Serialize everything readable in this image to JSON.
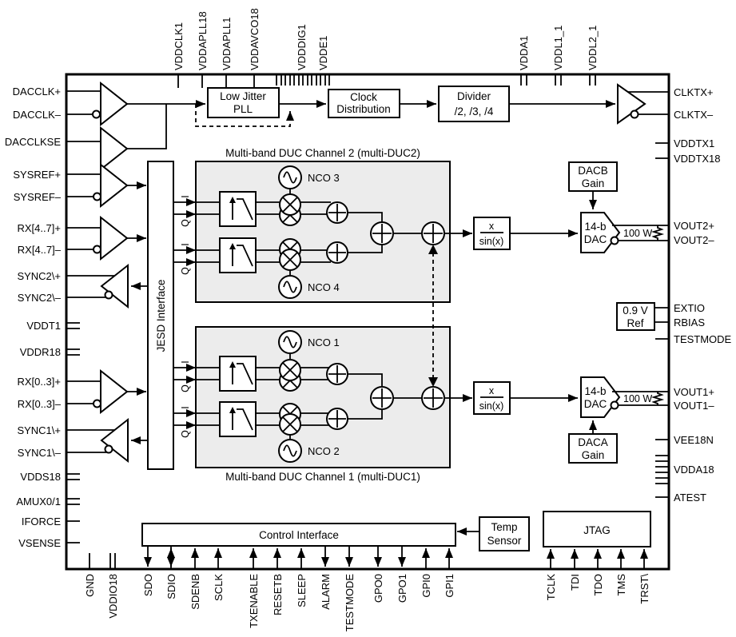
{
  "pins": {
    "top": [
      "VDDCLK1",
      "VDDAPLL18",
      "VDDAPLL1",
      "VDDAVCO18",
      "VDDDIG1",
      "VDDE1",
      "VDDA1",
      "VDDL1_1",
      "VDDL2_1"
    ],
    "left": [
      "DACCLK+",
      "DACCLK–",
      "DACCLKSE",
      "SYSREF+",
      "SYSREF–",
      "RX[4..7]+",
      "RX[4..7]–",
      "SYNC2\\+",
      "SYNC2\\–",
      "VDDT1",
      "VDDR18",
      "RX[0..3]+",
      "RX[0..3]–",
      "SYNC1\\+",
      "SYNC1\\–",
      "VDDS18",
      "AMUX0/1",
      "IFORCE",
      "VSENSE"
    ],
    "right": [
      "CLKTX+",
      "CLKTX–",
      "VDDTX1",
      "VDDTX18",
      "VOUT2+",
      "VOUT2–",
      "EXTIO",
      "RBIAS",
      "TESTMODE",
      "VOUT1+",
      "VOUT1–",
      "VEE18N",
      "VDDA18",
      "ATEST"
    ],
    "bottom": [
      "GND",
      "VDDIO18",
      "SDO",
      "SDIO",
      "SDENB",
      "SCLK",
      "TXENABLE",
      "RESETB",
      "SLEEP",
      "ALARM",
      "TESTMODE",
      "GPO0",
      "GPO1",
      "GPI0",
      "GPI1",
      "TCLK",
      "TDI",
      "TDO",
      "TMS",
      "TRST\\"
    ]
  },
  "blocks": {
    "pll": {
      "line1": "Low Jitter",
      "line2": "PLL"
    },
    "clock_dist": {
      "line1": "Clock",
      "line2": "Distribution"
    },
    "divider": {
      "line1": "Divider",
      "line2": "/2, /3, /4"
    },
    "jesd": {
      "label": "JESD Interface"
    },
    "duc2": {
      "title": "Multi-band DUC Channel 2 (multi-DUC2)",
      "nco_top": "NCO 3",
      "nco_bottom": "NCO 4"
    },
    "duc1": {
      "title": "Multi-band DUC Channel 1 (multi-DUC1)",
      "nco_top": "NCO 1",
      "nco_bottom": "NCO 2"
    },
    "xsinx": {
      "num": "x",
      "den": "sin(x)"
    },
    "dac": {
      "line1": "14-b",
      "line2": "DAC"
    },
    "dacb_gain": {
      "line1": "DACB",
      "line2": "Gain"
    },
    "daca_gain": {
      "line1": "DACA",
      "line2": "Gain"
    },
    "load": "100 W",
    "ref": {
      "line1": "0.9 V",
      "line2": "Ref"
    },
    "control": {
      "label": "Control Interface"
    },
    "temp": {
      "line1": "Temp",
      "line2": "Sensor"
    },
    "jtag": {
      "label": "JTAG"
    },
    "iq": {
      "i": "I",
      "q": "Q"
    }
  },
  "colors": {
    "line": "#000000",
    "duc_fill": "#ececec",
    "background": "#ffffff"
  }
}
